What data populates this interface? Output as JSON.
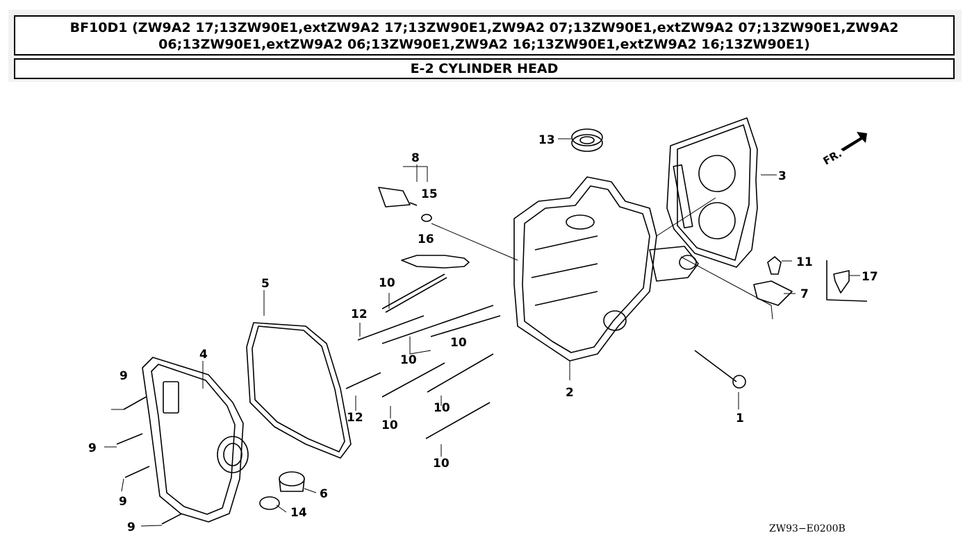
{
  "header": {
    "model_line": "BF10D1 (ZW9A2 17;13ZW90E1,extZW9A2 17;13ZW90E1,ZW9A2 07;13ZW90E1,extZW9A2 07;13ZW90E1,ZW9A2 06;13ZW90E1,extZW9A2 06;13ZW90E1,ZW9A2 16;13ZW90E1,extZW9A2 16;13ZW90E1)",
    "section_title": "E-2 CYLINDER HEAD"
  },
  "diagram": {
    "direction_label": "FR.",
    "drawing_code": "ZW93−E0200B",
    "callouts": {
      "c1": "1",
      "c2": "2",
      "c3": "3",
      "c4": "4",
      "c5": "5",
      "c6": "6",
      "c7": "7",
      "c8": "8",
      "c9a": "9",
      "c9b": "9",
      "c9c": "9",
      "c9d": "9",
      "c10a": "10",
      "c10b": "10",
      "c10c": "10",
      "c10d": "10",
      "c10e": "10",
      "c10f": "10",
      "c11": "11",
      "c12a": "12",
      "c12b": "12",
      "c13": "13",
      "c14": "14",
      "c15": "15",
      "c16": "16",
      "c17": "17"
    }
  },
  "colors": {
    "line": "#000000",
    "header_bg": "#f2f2f2"
  }
}
